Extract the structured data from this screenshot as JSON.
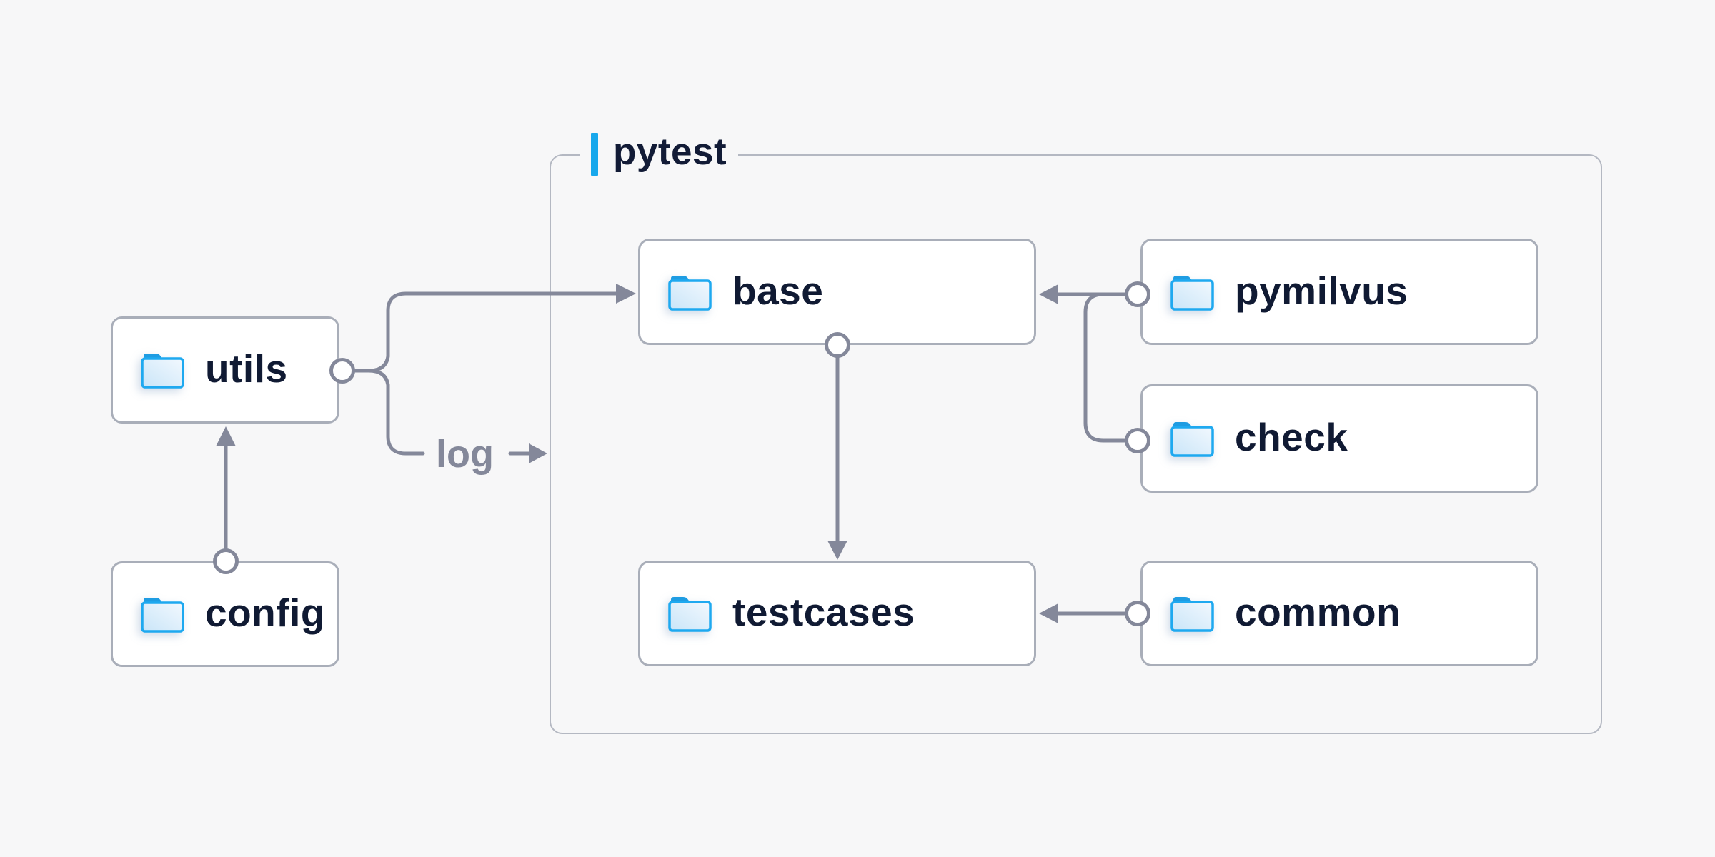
{
  "diagram": {
    "group": {
      "label": "pytest"
    },
    "nodes": [
      {
        "id": "utils",
        "label": "utils"
      },
      {
        "id": "config",
        "label": "config"
      },
      {
        "id": "base",
        "label": "base"
      },
      {
        "id": "testcases",
        "label": "testcases"
      },
      {
        "id": "pymilvus",
        "label": "pymilvus"
      },
      {
        "id": "check",
        "label": "check"
      },
      {
        "id": "common",
        "label": "common"
      }
    ],
    "edges": [
      {
        "from": "utils",
        "to": "base"
      },
      {
        "from": "utils",
        "to": "pytest-group",
        "label": "log"
      },
      {
        "from": "config",
        "to": "utils"
      },
      {
        "from": "base",
        "to": "testcases"
      },
      {
        "from": "pymilvus",
        "to": "base"
      },
      {
        "from": "check",
        "to": "base"
      },
      {
        "from": "common",
        "to": "testcases"
      }
    ],
    "colors": {
      "background": "#f7f7f8",
      "node_background": "#ffffff",
      "node_border": "#a9aeb9",
      "group_border": "#b4b8c2",
      "connector": "#84889a",
      "label_text": "#101a33",
      "accent_blue": "#18a8ec",
      "folder_outline": "#1ea9f0",
      "folder_tab": "#1e9ce2",
      "folder_fill_light": "#f2f8fe",
      "folder_fill_dark": "#c9e5f8"
    }
  }
}
